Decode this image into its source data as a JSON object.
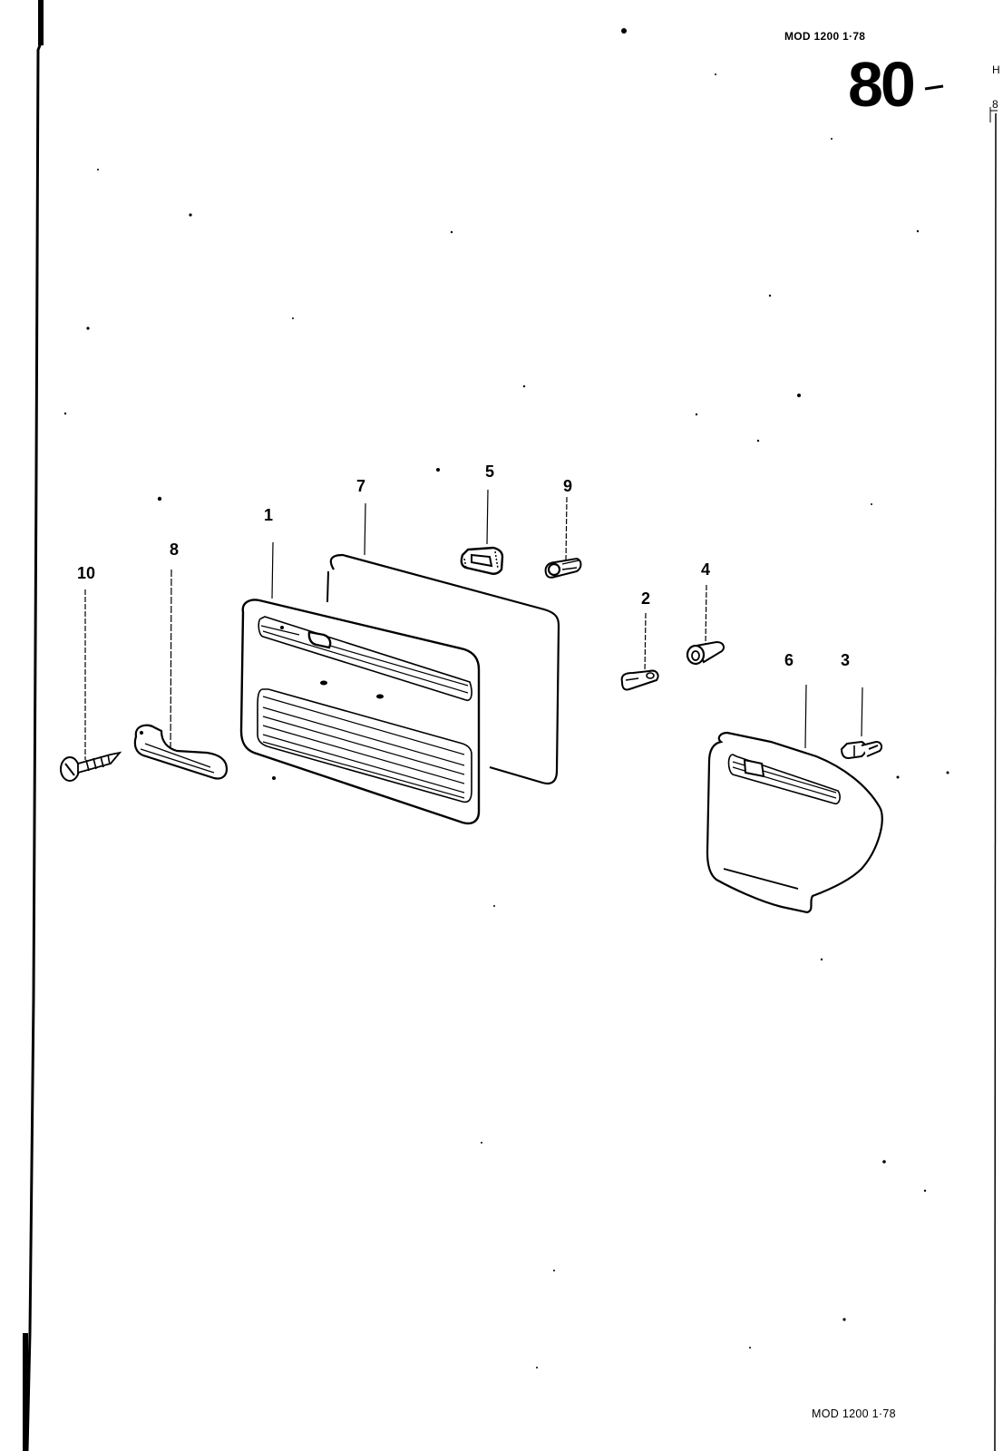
{
  "page": {
    "header_code": "MOD 1200  1·78",
    "footer_code": "MOD 1200  1·78",
    "group_number": "80",
    "edge_marks": [
      "H",
      "8"
    ]
  },
  "diagram": {
    "title": "Door trim panels – exploded view",
    "parts": [
      {
        "id": "1",
        "label": "1",
        "description": "front door trim panel"
      },
      {
        "id": "2",
        "label": "2",
        "description": "clip"
      },
      {
        "id": "3",
        "label": "3",
        "description": "clip"
      },
      {
        "id": "4",
        "label": "4",
        "description": "grommet / plug"
      },
      {
        "id": "5",
        "label": "5",
        "description": "handle recess insert"
      },
      {
        "id": "6",
        "label": "6",
        "description": "rear side trim panel"
      },
      {
        "id": "7",
        "label": "7",
        "description": "moisture barrier sheet"
      },
      {
        "id": "8",
        "label": "8",
        "description": "armrest / pull handle"
      },
      {
        "id": "9",
        "label": "9",
        "description": "retaining clip"
      },
      {
        "id": "10",
        "label": "10",
        "description": "screw"
      }
    ],
    "ink_color": "#000000",
    "paper_color": "#ffffff"
  }
}
